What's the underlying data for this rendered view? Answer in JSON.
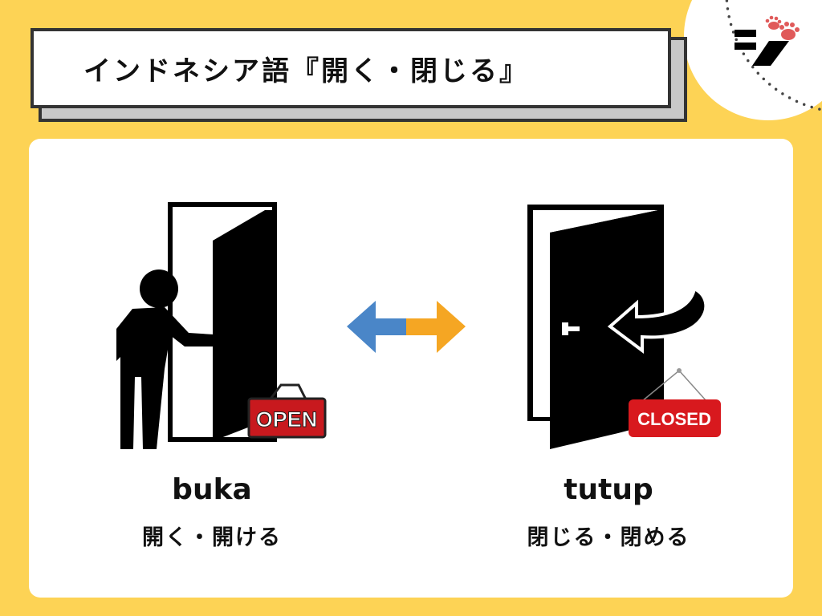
{
  "title": "インドネシア語『開く・閉じる』",
  "logo": {
    "text": "=7",
    "icon": "paw-icon"
  },
  "left": {
    "word": "buka",
    "meaning": "開く・開ける",
    "sign": "OPEN"
  },
  "right": {
    "word": "tutup",
    "meaning": "閉じる・閉める",
    "sign": "CLOSED"
  },
  "colors": {
    "background": "#FDD355",
    "arrow_left": "#4A86C8",
    "arrow_right": "#F5A623",
    "sign_red": "#C8191E",
    "paw": "#E05A5A"
  }
}
